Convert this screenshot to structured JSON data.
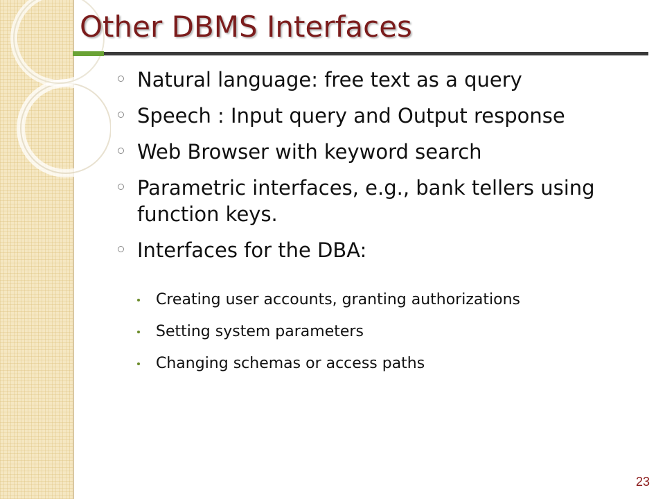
{
  "slide": {
    "title": "Other DBMS Interfaces",
    "page_number": "23"
  },
  "bullets": [
    {
      "text": "Natural language: free text as a query"
    },
    {
      "text": "Speech : Input query and Output response"
    },
    {
      "text": "Web Browser with keyword search"
    },
    {
      "text": "Parametric interfaces, e.g., bank tellers using function keys."
    },
    {
      "text": "Interfaces for the DBA:",
      "sub": [
        {
          "text": "Creating user accounts, granting authorizations"
        },
        {
          "text": "Setting system parameters"
        },
        {
          "text": "Changing schemas or access paths"
        }
      ]
    }
  ],
  "colors": {
    "title": "#7b1c1c",
    "accent_green": "#6aa335",
    "rule_dark": "#3a3a3a",
    "side_panel": "#f5e7c2",
    "page_number": "#8b1a1a"
  }
}
